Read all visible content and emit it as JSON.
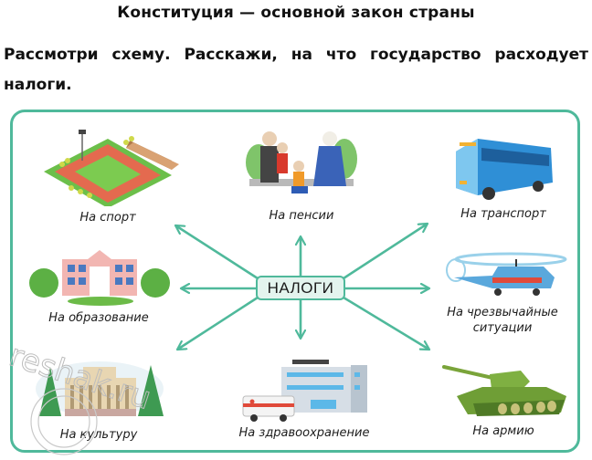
{
  "header": {
    "title": "Конституция — основной закон страны",
    "task": "Рассмотри схему. Расскажи, на что государство расходует налоги."
  },
  "diagram": {
    "center_label": "НАЛОГИ",
    "accent_color": "#4fb99b",
    "center_fill": "#e3f4ee",
    "items": [
      {
        "id": "sport",
        "label": "На спорт",
        "icon": "stadium-icon"
      },
      {
        "id": "pensions",
        "label": "На пенсии",
        "icon": "family-elderly-icon"
      },
      {
        "id": "transport",
        "label": "На транспорт",
        "icon": "bus-icon"
      },
      {
        "id": "education",
        "label": "На образование",
        "icon": "school-building-icon"
      },
      {
        "id": "emergency",
        "label": "На чрезвычайные ситуации",
        "label_line1": "На чрезвычайные",
        "label_line2": "ситуации",
        "icon": "helicopter-icon"
      },
      {
        "id": "culture",
        "label": "На культуру",
        "icon": "theater-building-icon"
      },
      {
        "id": "healthcare",
        "label": "На здравоохранение",
        "icon": "hospital-ambulance-icon"
      },
      {
        "id": "army",
        "label": "На армию",
        "icon": "tank-icon"
      }
    ]
  },
  "watermark": {
    "text": "reshak.ru"
  }
}
